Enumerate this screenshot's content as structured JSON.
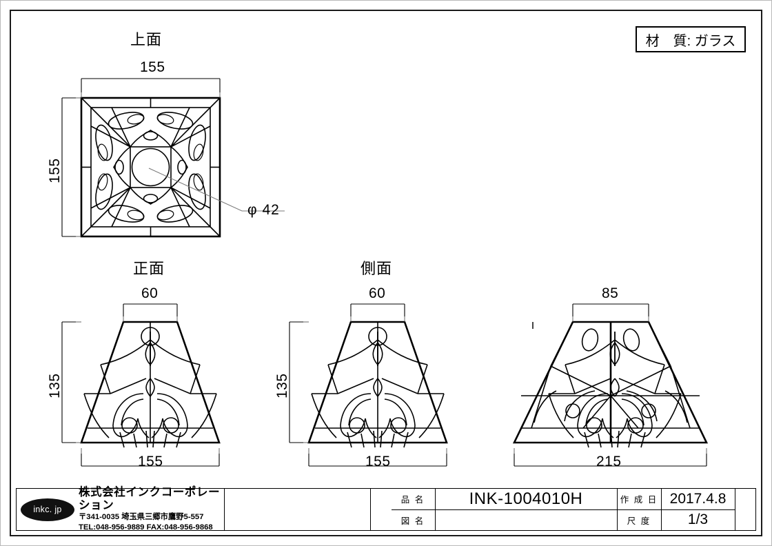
{
  "drawing": {
    "material_label": "材　質:",
    "material_value": "ガラス",
    "material_full": "材　質: ガラス"
  },
  "views": {
    "top": {
      "title": "上面",
      "width_dim": "155",
      "height_dim": "155",
      "hole_dim": "φ 42"
    },
    "front": {
      "title": "正面",
      "top_dim": "60",
      "bottom_dim": "155",
      "height_dim": "135"
    },
    "side": {
      "title": "側面",
      "top_dim": "60",
      "bottom_dim": "155",
      "height_dim": "135"
    },
    "corner": {
      "title": "",
      "top_dim": "85",
      "bottom_dim": "215"
    }
  },
  "title_block": {
    "logo_text": "inkc. jp",
    "company_name": "株式会社インクコーポレーション",
    "address": "〒341-0035 埼玉県三郷市鷹野5-557",
    "contact": "TEL:048-956-9889  FAX:048-956-9868",
    "rows": [
      {
        "header": "品 名",
        "value": "INK-1004010H",
        "header2": "作 成 日",
        "value2": "2017.4.8"
      },
      {
        "header": "図 名",
        "value": "",
        "header2": "尺 度",
        "value2": "1/3"
      }
    ],
    "product_header": "品 名",
    "product_value": "INK-1004010H",
    "drawing_header": "図 名",
    "drawing_value": "",
    "date_header": "作 成 日",
    "date_value": "2017.4.8",
    "scale_header": "尺 度",
    "scale_value": "1/3"
  },
  "colors": {
    "line": "#000000",
    "frame": "#1a1a1a",
    "page_border": "#b9b9b9",
    "leader": "#666666"
  }
}
